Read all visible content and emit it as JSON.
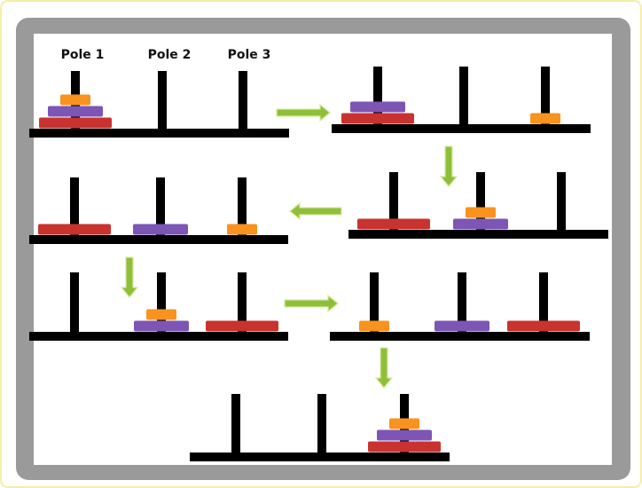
{
  "pole_labels": [
    "Pole 1",
    "Pole 2",
    "Pole 3"
  ],
  "colors": {
    "outer_border": "#f3f0a8",
    "frame": "#9a9a9a",
    "panel": "#ffffff",
    "structure": "#000000",
    "arrow": "#8fbf3a",
    "arrow_light": "#d6ec9e",
    "disk_small": "#f7931e",
    "disk_medium": "#7d55b5",
    "disk_large": "#c8332f"
  },
  "steps": [
    {
      "id": "start",
      "pegs": [
        [
          "large",
          "medium",
          "small"
        ],
        [],
        []
      ]
    },
    {
      "id": "move-1",
      "pegs": [
        [
          "large",
          "medium"
        ],
        [],
        [
          "small"
        ]
      ]
    },
    {
      "id": "move-2",
      "pegs": [
        [
          "large"
        ],
        [
          "medium"
        ],
        [
          "small"
        ]
      ]
    },
    {
      "id": "move-3",
      "pegs": [
        [
          "large"
        ],
        [
          "medium",
          "small"
        ],
        []
      ]
    },
    {
      "id": "move-4",
      "pegs": [
        [],
        [
          "medium",
          "small"
        ],
        [
          "large"
        ]
      ]
    },
    {
      "id": "move-5",
      "pegs": [
        [
          "small"
        ],
        [
          "medium"
        ],
        [
          "large"
        ]
      ]
    },
    {
      "id": "goal",
      "pegs": [
        [],
        [],
        [
          "large",
          "medium",
          "small"
        ]
      ]
    }
  ]
}
